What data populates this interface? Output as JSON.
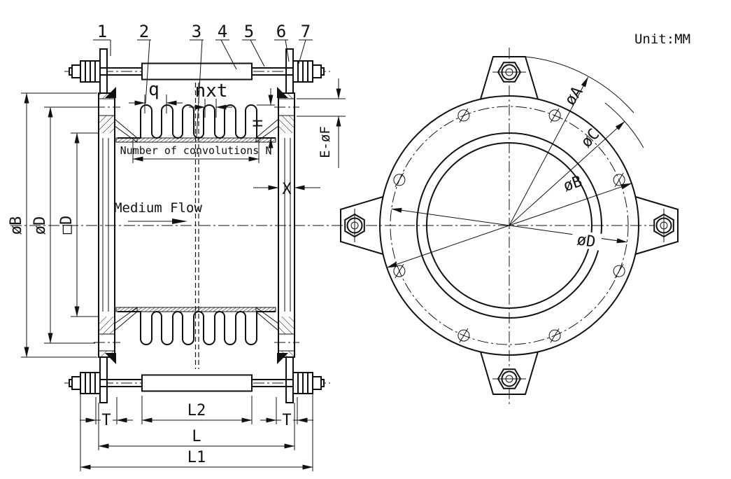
{
  "unit_label": "Unit:MM",
  "part_numbers": [
    "1",
    "2",
    "3",
    "4",
    "5",
    "6",
    "7"
  ],
  "left_view": {
    "flow_label": "Medium Flow",
    "convolutions_label": "Number of convolutions N",
    "dims": {
      "q": "q",
      "nxt": "nxt",
      "H": "H",
      "E_oF": "E-øF",
      "X": "X",
      "oB": "øB",
      "oD": "øD",
      "squareD": "□D",
      "T_left": "T",
      "T_right": "T",
      "L2": "L2",
      "L": "L",
      "L1": "L1"
    }
  },
  "right_view": {
    "dims": {
      "oA": "øA",
      "oC": "øC",
      "oB": "øB",
      "oD": "øD"
    }
  },
  "colors": {
    "line": "#111111",
    "background": "#ffffff"
  }
}
